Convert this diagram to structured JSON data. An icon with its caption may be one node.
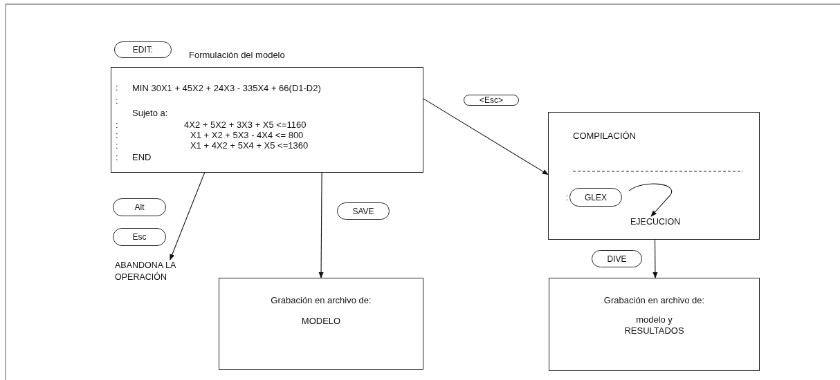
{
  "diagram": {
    "nodes": [
      {
        "text": [
          "Formulación del modelo",
          "MIN 30X1 + 45X2 + 24X3 - 335X4 + 66(D1-D2)",
          "Sujeto a:",
          "4X2 + 5X2 + 3X3 + X5 <=1160",
          "X1 + X2 + 5X3 - 4X4 <= 800",
          "X1 + 4X2 + 5X4 + X5 <=1360",
          "END"
        ]
      },
      {
        "text": [
          "EDIT:"
        ]
      },
      {
        "text": [
          "<Esc>"
        ]
      },
      {
        "text": [
          "COMPILACIÓN"
        ]
      },
      {
        "text": [
          "GLEX"
        ],
        "in": 3,
        "beside": [
          ":"
        ]
      },
      {
        "text": [
          "EJECUCION"
        ],
        "in": 3
      },
      {
        "text": [
          "Alt"
        ]
      },
      {
        "text": [
          "Esc"
        ]
      },
      {
        "text": [
          "ABANDONA LA OPERACIÓN"
        ]
      },
      {
        "text": [
          "SAVE"
        ]
      },
      {
        "text": [
          "Grabación en archivo de:",
          "MODELO"
        ]
      },
      {
        "text": [
          "DIVE"
        ]
      },
      {
        "text": [
          "Grabación en archivo de:",
          "modelo y RESULTADOS"
        ]
      }
    ],
    "edges": [
      {
        "from": 0,
        "to": 8,
        "arrow": "to"
      },
      {
        "from": 0,
        "to": 10,
        "arrow": "to"
      },
      {
        "from": 0,
        "to": 3,
        "arrow": "to"
      },
      {
        "from": 4,
        "to": 5,
        "arrow": "to"
      },
      {
        "from": 3,
        "to": 12,
        "arrow": "to"
      }
    ],
    "labels": [
      ":",
      ":",
      ":",
      ":",
      ":",
      ":"
    ]
  }
}
